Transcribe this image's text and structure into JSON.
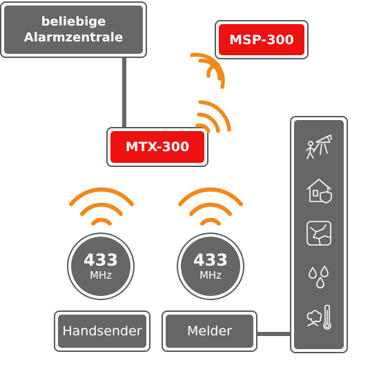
{
  "nodes": {
    "central": {
      "line1": "beliebige",
      "line2": "Alarmzentrale"
    },
    "msp": {
      "label": "MSP-300"
    },
    "mtx": {
      "label": "MTX-300"
    },
    "freq_left": {
      "value": "433",
      "unit": "MHz"
    },
    "freq_right": {
      "value": "433",
      "unit": "MHz"
    },
    "handsender": {
      "label": "Handsender"
    },
    "melder": {
      "label": "Melder"
    }
  },
  "sensor_icons": [
    "motion-detector-icon",
    "house-protection-icon",
    "glass-break-icon",
    "water-leak-icon",
    "temperature-icon"
  ],
  "colors": {
    "gray": "#666666",
    "red": "#ee1111",
    "orange": "#f08a1e"
  }
}
